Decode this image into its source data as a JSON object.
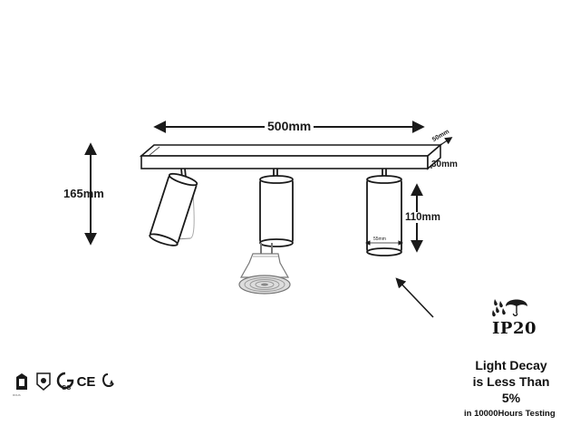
{
  "dimensions": {
    "length": "500mm",
    "height_total": "165mm",
    "spot_height": "110mm",
    "bar_height": "30mm",
    "bar_depth": "50mm",
    "spot_diameter": "55mm"
  },
  "rating": {
    "ip_label": "IP20"
  },
  "decay_note": {
    "line1": "Light Decay",
    "line2": "is Less Than",
    "line3": "5%",
    "line4": "in 10000Hours Testing"
  },
  "certifications": {
    "icons": [
      "rohs-icon",
      "ce-mark-icon",
      "gs-mark-icon",
      "ce-icon",
      "recycle-icon"
    ],
    "mini_text": "ROHS"
  },
  "colors": {
    "line": "#1a1a1a",
    "text": "#111111",
    "bulb_gray": "#9a9a9a"
  }
}
